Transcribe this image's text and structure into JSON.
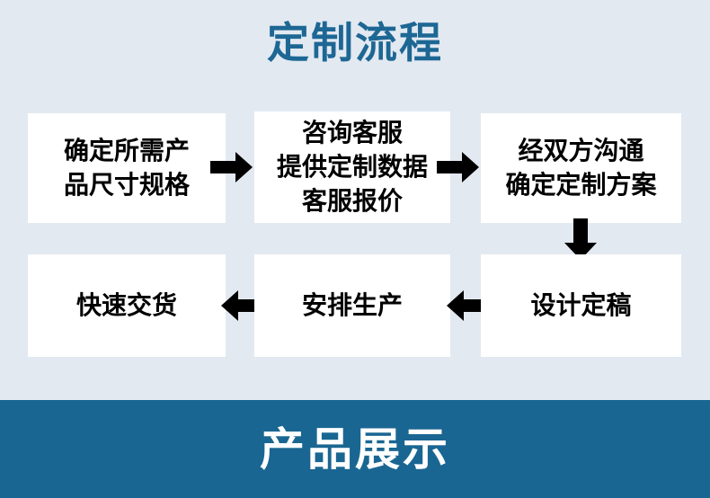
{
  "colors": {
    "page_background": "#e3e9f1",
    "box_background": "#ffffff",
    "box_text": "#000000",
    "title_blue": "#1d6794",
    "banner_blue": "#1a6692",
    "banner_text": "#ffffff",
    "arrow_black": "#000000"
  },
  "title": {
    "text": "定制流程"
  },
  "flow": {
    "steps": [
      {
        "id": "step-1",
        "lines": [
          "确定所需产",
          "品尺寸规格"
        ]
      },
      {
        "id": "step-2",
        "lines": [
          "咨询客服",
          "提供定制数据",
          "客服报价"
        ]
      },
      {
        "id": "step-3",
        "lines": [
          "经双方沟通",
          "确定定制方案"
        ]
      },
      {
        "id": "step-4",
        "lines": [
          "设计定稿"
        ]
      },
      {
        "id": "step-5",
        "lines": [
          "安排生产"
        ]
      },
      {
        "id": "step-6",
        "lines": [
          "快速交货"
        ]
      }
    ],
    "connectors": [
      {
        "id": "connector-1",
        "direction": "right",
        "icon": "arrow-right-icon"
      },
      {
        "id": "connector-2",
        "direction": "right",
        "icon": "arrow-right-icon"
      },
      {
        "id": "connector-3",
        "direction": "down",
        "icon": "arrow-down-icon"
      },
      {
        "id": "connector-4",
        "direction": "left",
        "icon": "arrow-left-icon"
      },
      {
        "id": "connector-5",
        "direction": "left",
        "icon": "arrow-left-icon"
      }
    ]
  },
  "banner": {
    "text": "产品展示"
  }
}
